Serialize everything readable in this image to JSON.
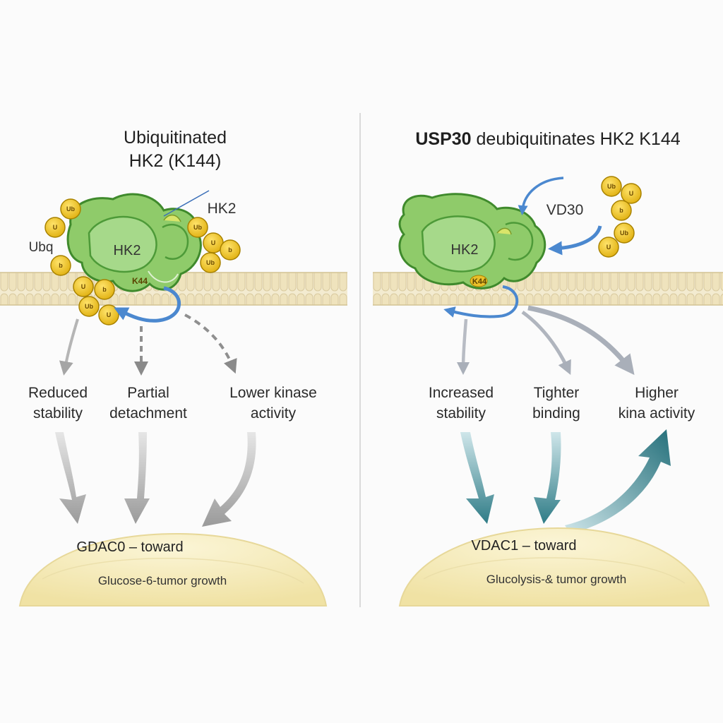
{
  "left_panel": {
    "title_line1": "Ubiquitinated",
    "title_line2": "HK2 (K144)",
    "ubiquitin_label": "Ubq",
    "protein_callout": "HK2",
    "protein_label": "HK2",
    "residue_label": "K44",
    "effects": [
      {
        "line1": "Reduced",
        "line2": "stability"
      },
      {
        "line1": "Partial",
        "line2": "detachment"
      },
      {
        "line1": "Lower kinase",
        "line2": "activity"
      }
    ],
    "destination_title": "GDAC0  –  toward",
    "destination_subtitle": "Glucose-6-tumor growth"
  },
  "right_panel": {
    "title_bold": "USP30",
    "title_rest": " deubiquitinates HK2 K144",
    "enzyme_label": "VD30",
    "protein_label": "HK2",
    "residue_label": "K44",
    "effects": [
      {
        "line1": "Increased",
        "line2": "stability"
      },
      {
        "line1": "Tighter",
        "line2": "binding"
      },
      {
        "line1": "Higher",
        "line2": "kina activity"
      }
    ],
    "destination_title": "VDAC1  –  toward",
    "destination_subtitle": "Glucolysis-& tumor growth"
  },
  "ubiquitin_glyphs": [
    "Ub",
    "U",
    "b",
    "Ub",
    "U",
    "b",
    "Ub",
    "U",
    "b",
    "Ub",
    "U",
    "b"
  ],
  "colors": {
    "protein_fill": "#8fcb6a",
    "protein_stroke": "#3f8a2c",
    "ubiquitin_fill": "#f2c81e",
    "ubiquitin_stroke": "#a88200",
    "membrane": "#efe6c8",
    "blue_arrow": "#4b88cf",
    "teal_arrow": "#2f7f8a",
    "grey_arrow": "#a9a9a9",
    "destination_fill": "#f7efc4"
  }
}
